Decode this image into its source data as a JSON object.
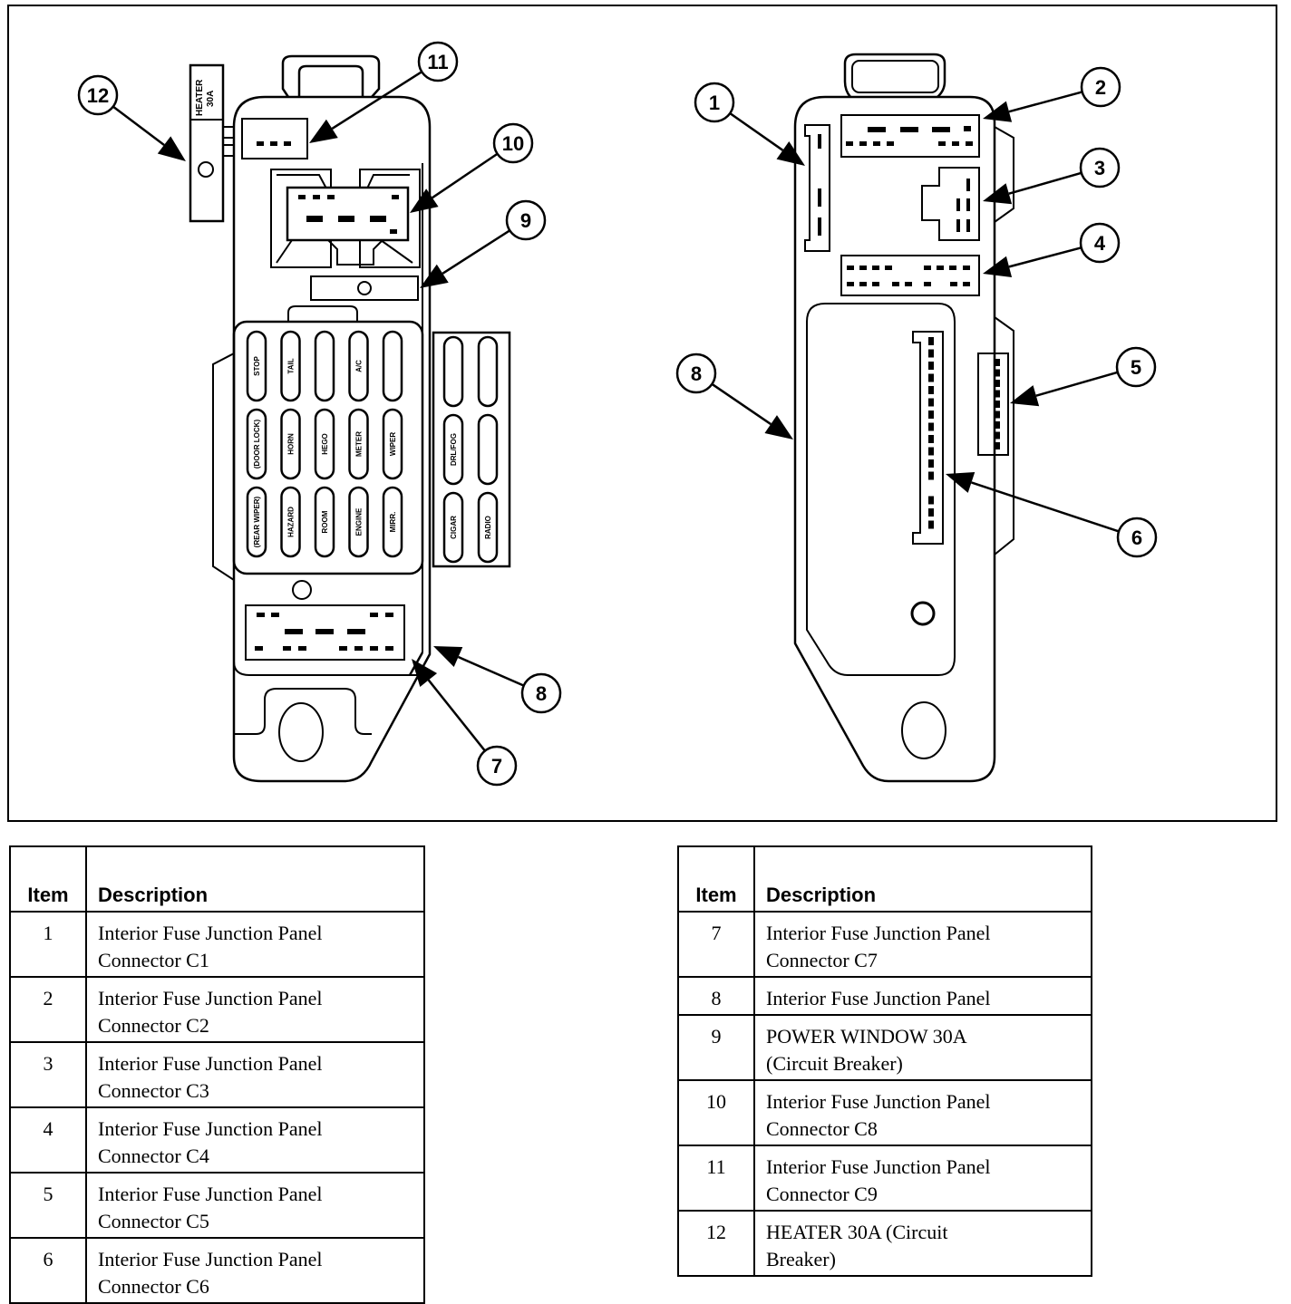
{
  "figure": {
    "title": "Interior Fuse Junction Panel",
    "left_view": {
      "circuit_breaker_12_label": [
        "HEATER",
        "30A"
      ],
      "fuse_grid_main": [
        [
          "STOP",
          "TAIL",
          "",
          "A/C",
          ""
        ],
        [
          "(DOOR LOCK)",
          "HORN",
          "HEGO",
          "METER",
          "WIPER"
        ],
        [
          "(REAR WIPER)",
          "HAZARD",
          "ROOM",
          "ENGINE",
          "MIRR."
        ]
      ],
      "fuse_grid_side": [
        [
          "",
          ""
        ],
        [
          "DRL/FOG",
          ""
        ],
        [
          "CIGAR",
          "RADIO"
        ]
      ]
    },
    "callouts": [
      "1",
      "2",
      "3",
      "4",
      "5",
      "6",
      "7",
      "8",
      "9",
      "10",
      "11",
      "12"
    ]
  },
  "legend_left": {
    "headers": {
      "item": "Item",
      "description": "Description"
    },
    "rows": [
      {
        "item": "1",
        "line1": "Interior Fuse Junction Panel",
        "line2": "Connector C1"
      },
      {
        "item": "2",
        "line1": "Interior Fuse Junction Panel",
        "line2": "Connector C2"
      },
      {
        "item": "3",
        "line1": "Interior Fuse Junction Panel",
        "line2": "Connector C3"
      },
      {
        "item": "4",
        "line1": "Interior Fuse Junction Panel",
        "line2": "Connector C4"
      },
      {
        "item": "5",
        "line1": "Interior Fuse Junction Panel",
        "line2": "Connector C5"
      },
      {
        "item": "6",
        "line1": "Interior Fuse Junction Panel",
        "line2": "Connector C6"
      }
    ]
  },
  "legend_right": {
    "headers": {
      "item": "Item",
      "description": "Description"
    },
    "rows": [
      {
        "item": "7",
        "line1": "Interior Fuse Junction Panel",
        "line2": "Connector C7"
      },
      {
        "item": "8",
        "line1": "Interior Fuse Junction Panel",
        "line2": ""
      },
      {
        "item": "9",
        "line1": "POWER WINDOW 30A",
        "line2": "(Circuit Breaker)"
      },
      {
        "item": "10",
        "line1": "Interior Fuse Junction Panel",
        "line2": "Connector C8"
      },
      {
        "item": "11",
        "line1": "Interior Fuse Junction Panel",
        "line2": "Connector C9"
      },
      {
        "item": "12",
        "line1": "HEATER 30A (Circuit",
        "line2": "Breaker)"
      }
    ]
  }
}
